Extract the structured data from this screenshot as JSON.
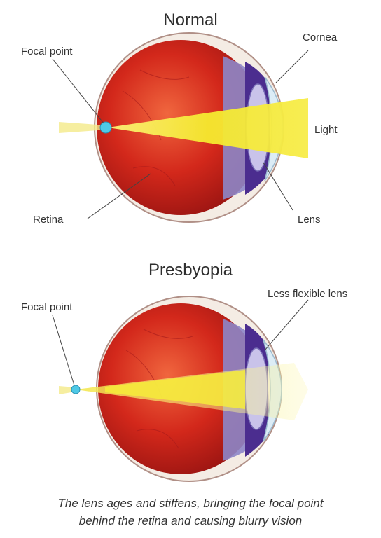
{
  "panels": [
    {
      "title": "Normal",
      "labels": {
        "focal_point": "Focal point",
        "cornea": "Cornea",
        "light": "Light",
        "retina": "Retina",
        "lens": "Lens"
      }
    },
    {
      "title": "Presbyopia",
      "labels": {
        "focal_point": "Focal point",
        "lens": "Less flexible lens"
      }
    }
  ],
  "caption": {
    "line1": "The lens ages and stiffens, bringing the focal point",
    "line2": "behind the retina and causing blurry vision"
  },
  "colors": {
    "eyeball": "#c8201a",
    "eyeball_highlight": "#e8553a",
    "iris": "#4b2d8f",
    "lens": "#c9c3ea",
    "cornea": "#dcecf6",
    "light": "#f4ea3a",
    "focal_point": "#4ec9e6",
    "label_line": "#444444"
  }
}
